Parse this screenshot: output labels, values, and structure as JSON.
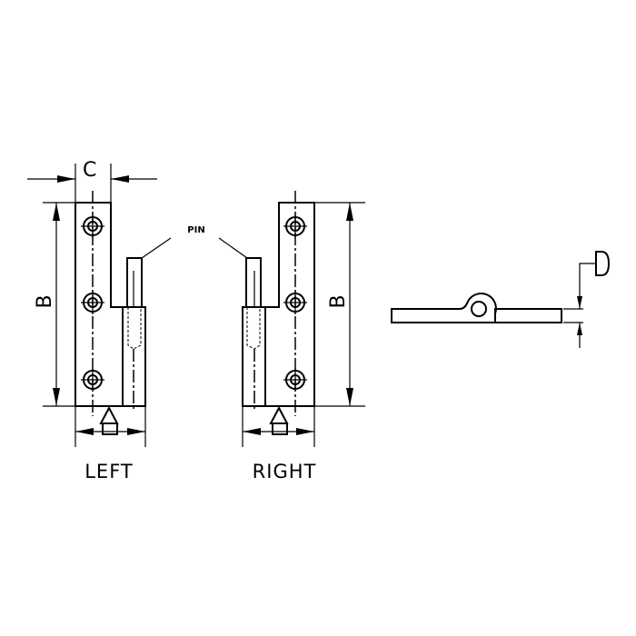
{
  "labels": {
    "pin": "PIN",
    "left": "LEFT",
    "right": "RIGHT",
    "dim_c": "C",
    "dim_b": "B",
    "dim_d": "D"
  },
  "colors": {
    "line": "#000000",
    "background": "#ffffff"
  }
}
